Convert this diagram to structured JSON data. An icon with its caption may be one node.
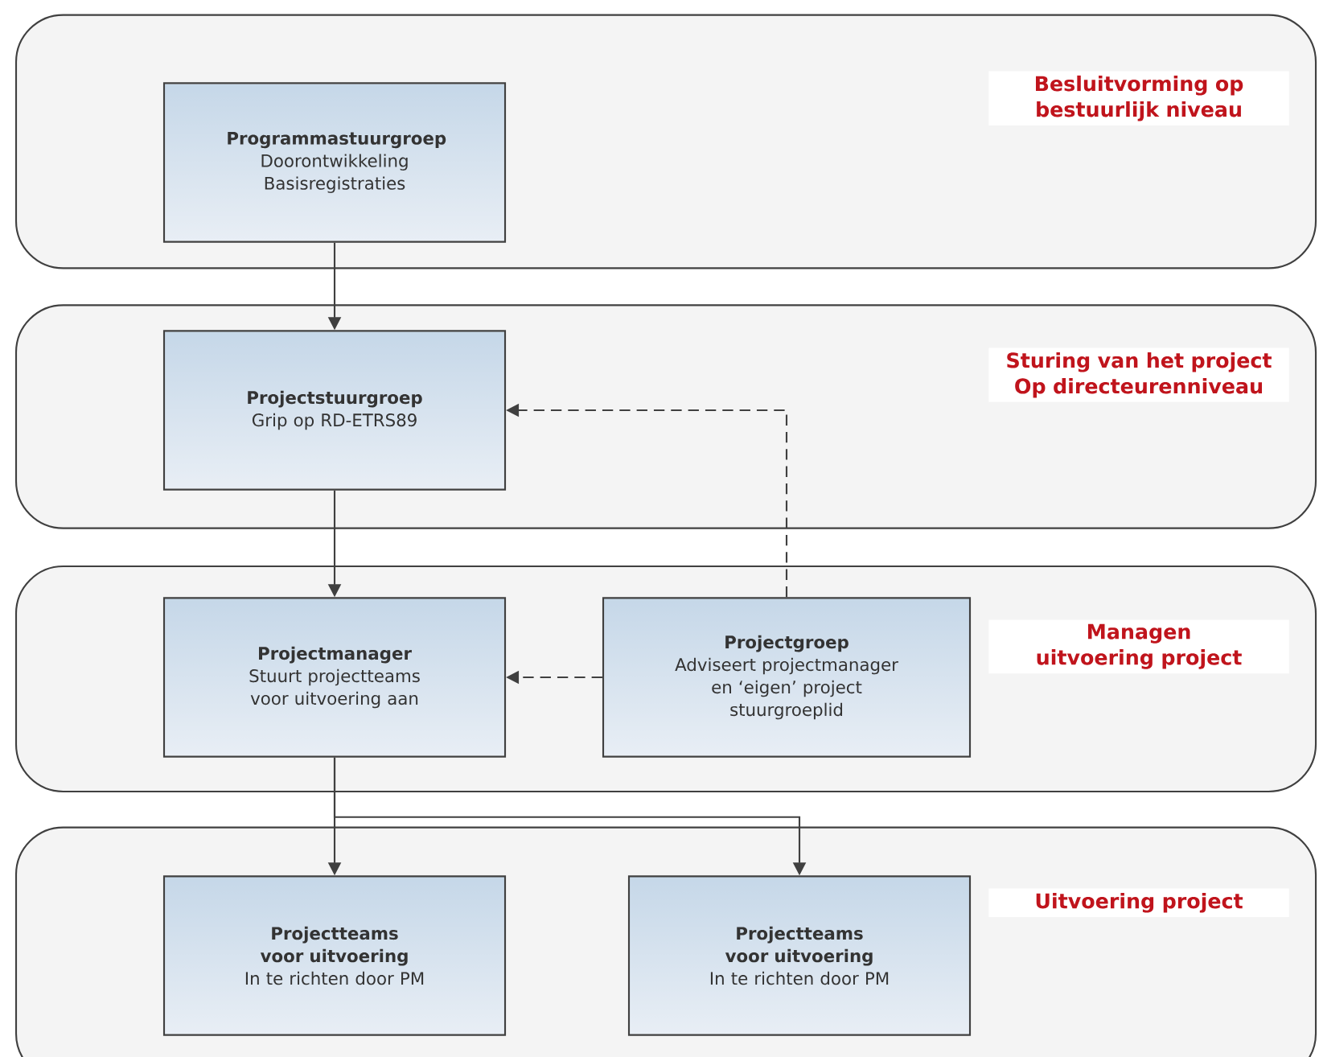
{
  "diagram": {
    "nodes": [
      {
        "text": [
          "Besluitvorming op bestuurlijk niveau"
        ]
      },
      {
        "text": [
          "Programmastuurgroep",
          "Doorontwikkeling Basisregistraties"
        ],
        "in": 0
      },
      {
        "text": [
          "Sturing van het project Op directeurenniveau"
        ]
      },
      {
        "text": [
          "Projectstuurgroep",
          "Grip op RD-ETRS89"
        ],
        "in": 2
      },
      {
        "text": [
          "Managen uitvoering project"
        ]
      },
      {
        "text": [
          "Projectmanager",
          "Stuurt projectteams voor uitvoering aan"
        ],
        "in": 4
      },
      {
        "text": [
          "Projectgroep",
          "Adviseert projectmanager en ‘eigen’ project stuurgroeplid"
        ],
        "in": 4
      },
      {
        "text": [
          "Uitvoering project"
        ]
      },
      {
        "text": [
          "Projectteams voor uitvoering",
          "In te richten door PM"
        ],
        "in": 7
      },
      {
        "text": [
          "Projectteams voor uitvoering",
          "In te richten door PM"
        ],
        "in": 7
      }
    ],
    "edges": [
      {
        "from": 1,
        "to": 3,
        "arrow": "to"
      },
      {
        "from": 3,
        "to": 5,
        "arrow": "to"
      },
      {
        "from": 6,
        "to": 3,
        "arrow": "to",
        "style": "dashed"
      },
      {
        "from": 6,
        "to": 5,
        "arrow": "to",
        "style": "dashed"
      },
      {
        "from": 5,
        "to": 8,
        "arrow": "to"
      },
      {
        "from": 5,
        "to": 9,
        "arrow": "to"
      }
    ]
  }
}
